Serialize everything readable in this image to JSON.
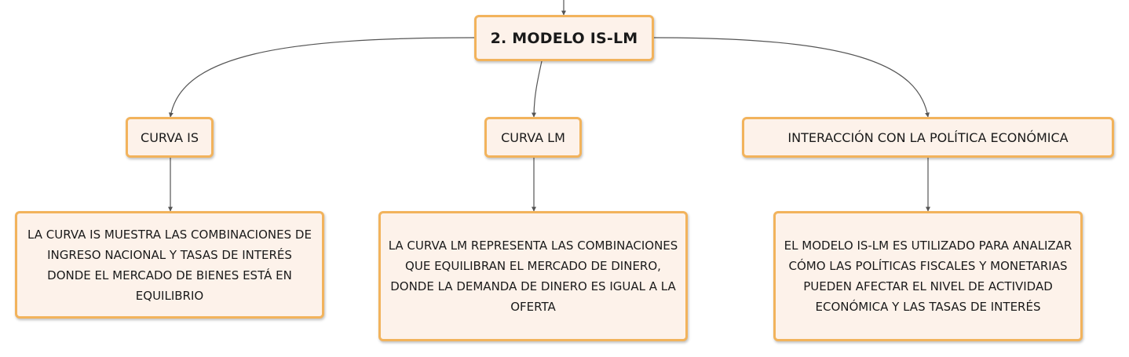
{
  "diagram": {
    "root": {
      "label": "2. MODELO IS-LM"
    },
    "branches": [
      {
        "label": "CURVA IS",
        "description": "LA CURVA IS MUESTRA LAS COMBINACIONES DE INGRESO NACIONAL Y TASAS DE INTERÉS DONDE EL MERCADO DE BIENES ESTÁ EN EQUILIBRIO"
      },
      {
        "label": "CURVA LM",
        "description": "LA CURVA LM REPRESENTA LAS COMBINACIONES QUE EQUILIBRAN EL MERCADO DE DINERO, DONDE LA DEMANDA DE DINERO ES IGUAL A LA OFERTA"
      },
      {
        "label": "INTERACCIÓN CON LA POLÍTICA ECONÓMICA",
        "description": "EL MODELO IS-LM ES UTILIZADO PARA ANALIZAR CÓMO LAS POLÍTICAS FISCALES Y MONETARIAS PUEDEN AFECTAR EL NIVEL DE ACTIVIDAD ECONÓMICA Y LAS TASAS DE INTERÉS"
      }
    ],
    "colors": {
      "node_border": "#f2b35c",
      "node_fill": "#fdf2ea",
      "connector": "#555555"
    }
  }
}
